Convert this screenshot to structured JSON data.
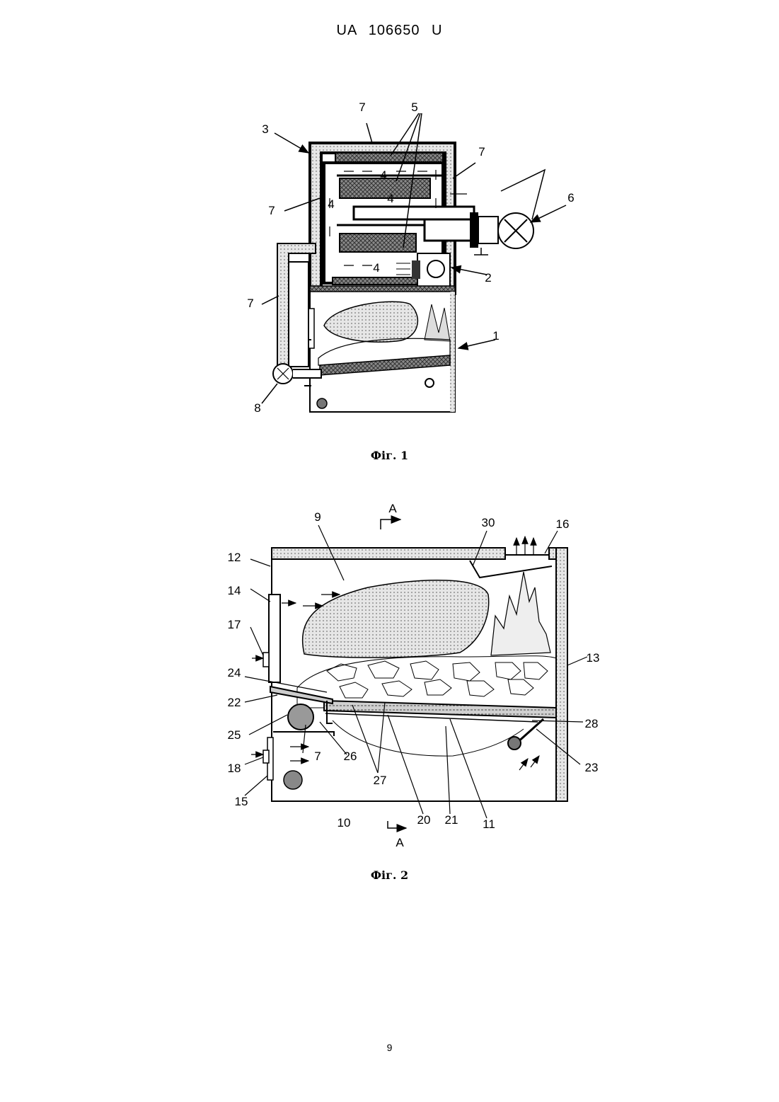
{
  "document": {
    "header": "UA 106650 U",
    "page_number": "9"
  },
  "figure1": {
    "caption": "Фіг. 1",
    "labels": {
      "l1": "1",
      "l2": "2",
      "l3": "3",
      "l4a": "4",
      "l4b": "4",
      "l4c": "4",
      "l4d": "4",
      "l5": "5",
      "l6": "6",
      "l7a": "7",
      "l7b": "7",
      "l7c": "7",
      "l7d": "7",
      "l8": "8"
    }
  },
  "figure2": {
    "caption": "Фіг. 2",
    "labels": {
      "sectionTop": "A",
      "sectionBottom": "A",
      "l7": "7",
      "l9": "9",
      "l10": "10",
      "l11": "11",
      "l12": "12",
      "l13": "13",
      "l14": "14",
      "l15": "15",
      "l16": "16",
      "l17": "17",
      "l18": "18",
      "l20": "20",
      "l21": "21",
      "l22": "22",
      "l23": "23",
      "l24": "24",
      "l25": "25",
      "l26": "26",
      "l27": "27",
      "l28": "28",
      "l30": "30"
    }
  },
  "colors": {
    "ink": "#000000",
    "insulation": "#d9d9d9",
    "mesh": "#555555",
    "flame": "#bbbbbb"
  }
}
